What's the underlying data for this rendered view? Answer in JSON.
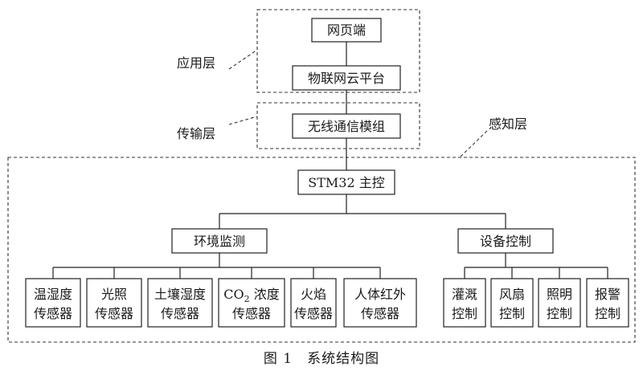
{
  "layers": {
    "application": "应用层",
    "transport": "传输层",
    "perception": "感知层"
  },
  "nodes": {
    "web": "网页端",
    "cloud": "物联网云平台",
    "wireless": "无线通信模组",
    "mcu": "STM32 主控",
    "env": "环境监测",
    "device": "设备控制"
  },
  "sensors": [
    {
      "line1": "温湿度",
      "line2": "传感器"
    },
    {
      "line1": "光照",
      "line2": "传感器"
    },
    {
      "line1": "土壤湿度",
      "line2": "传感器"
    },
    {
      "line1_pre": "CO",
      "line1_sub": "2",
      "line1_post": " 浓度",
      "line2": "传感器"
    },
    {
      "line1": "火焰",
      "line2": "传感器"
    },
    {
      "line1": "人体红外",
      "line2": "传感器"
    }
  ],
  "controls": [
    {
      "line1": "灌溉",
      "line2": "控制"
    },
    {
      "line1": "风扇",
      "line2": "控制"
    },
    {
      "line1": "照明",
      "line2": "控制"
    },
    {
      "line1": "报警",
      "line2": "控制"
    }
  ],
  "caption": "图 1　系统结构图"
}
